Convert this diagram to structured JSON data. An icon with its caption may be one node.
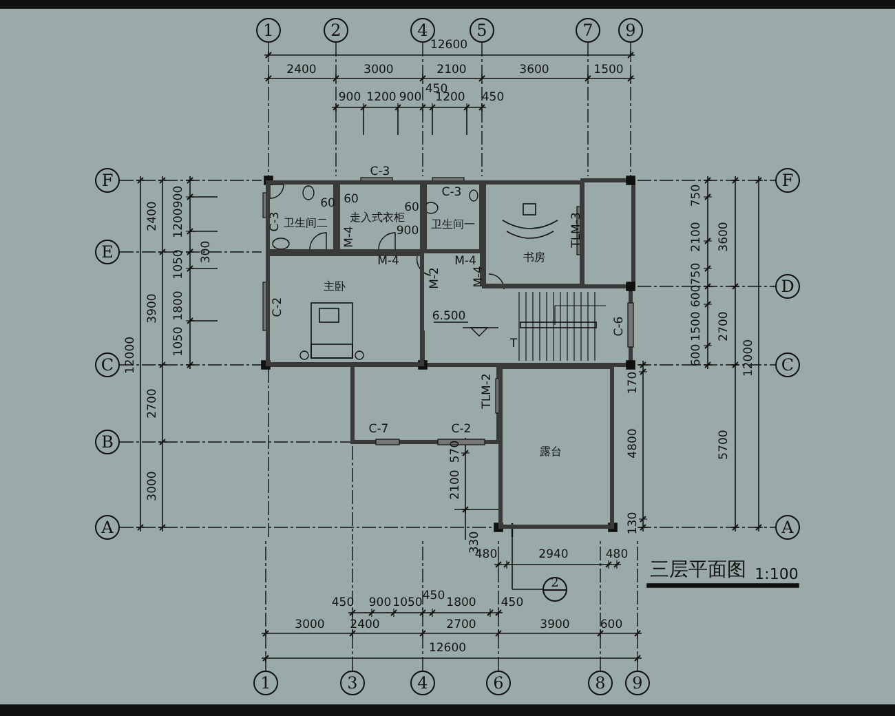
{
  "diagram": {
    "title": "三层平面图",
    "nodes": [
      {
        "text": [
          "1"
        ]
      },
      {
        "text": [
          "2"
        ]
      },
      {
        "text": [
          "4"
        ]
      },
      {
        "text": [
          "5"
        ]
      },
      {
        "text": [
          "7"
        ]
      },
      {
        "text": [
          "9"
        ]
      },
      {
        "text": [
          "F"
        ]
      },
      {
        "text": [
          "F"
        ]
      },
      {
        "text": [
          "卫生间二"
        ]
      },
      {
        "text": [
          "走入式衣柜"
        ]
      },
      {
        "text": [
          "卫生间一"
        ]
      },
      {
        "text": [
          "书房"
        ]
      },
      {
        "text": [
          "E"
        ]
      },
      {
        "text": [
          "D"
        ]
      },
      {
        "text": [
          "主卧"
        ]
      },
      {
        "text": [
          "C"
        ]
      },
      {
        "text": [
          "C"
        ]
      },
      {
        "text": [
          "B"
        ]
      },
      {
        "text": [
          "露台"
        ]
      },
      {
        "text": [
          "A"
        ]
      },
      {
        "text": [
          "A"
        ]
      },
      {
        "text": [
          "2"
        ]
      },
      {
        "text": [
          "1"
        ]
      },
      {
        "text": [
          "3"
        ]
      },
      {
        "text": [
          "4"
        ]
      },
      {
        "text": [
          "6"
        ]
      },
      {
        "text": [
          "8"
        ]
      },
      {
        "text": [
          "9"
        ]
      }
    ],
    "labels": [
      "12600",
      "2400",
      "3000",
      "2100",
      "3600",
      "1500",
      "450",
      "900",
      "1200",
      "900",
      "1200",
      "450",
      "C-3",
      "900",
      "60",
      "60",
      "C-3",
      "750",
      "60",
      "2400",
      "1200",
      "C-3",
      "M-4",
      "900",
      "TLM-3",
      "2100",
      "3600",
      "1050",
      "300",
      "M-4",
      "M-2",
      "M-4",
      "M-4",
      "750",
      "3900",
      "1800",
      "C-2",
      "6.500",
      "C-6",
      "600",
      "1500",
      "2700",
      "12000",
      "1050",
      "T",
      "600",
      "12000",
      "2700",
      "TLM-2",
      "170",
      "C-7",
      "570",
      "C-2",
      "4800",
      "5700",
      "3000",
      "2100",
      "330",
      "130",
      "480",
      "2940",
      "480",
      "1:100",
      "450",
      "900",
      "1050",
      "450",
      "1800",
      "450",
      "3000",
      "2400",
      "2700",
      "3900",
      "600",
      "12600"
    ]
  }
}
